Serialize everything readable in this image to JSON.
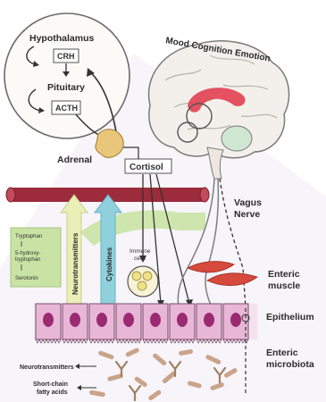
{
  "hpa": {
    "hypothalamus": "Hypothalamus",
    "crh": "CRH",
    "pituitary": "Pituitary",
    "acth": "ACTH",
    "adrenal": "Adrenal",
    "cortisol": "Cortisol"
  },
  "brain": {
    "title": "Mood Cognition Emotion",
    "vagus_line1": "Vagus",
    "vagus_line2": "Nerve"
  },
  "pathways": {
    "neurotransmitters": "Neurotransmitters",
    "cytokines": "Cytokines",
    "immune_cells_line1": "Immune",
    "immune_cells_line2": "cells"
  },
  "tryptophan_box": {
    "line1": "Tryptophan",
    "line2": "5-hydroxy-",
    "line3": "tryptophan",
    "line4": "Serotonin"
  },
  "gut": {
    "enteric_muscle_line1": "Enteric",
    "enteric_muscle_line2": "muscle",
    "epithelium": "Epithelium",
    "microbiota_line1": "Enteric",
    "microbiota_line2": "microbiota",
    "neurotransmitters_out": "Neurotransmitters",
    "scfa_line1": "Short-chain",
    "scfa_line2": "fatty acids"
  },
  "colors": {
    "vessel": "#9c2b3b",
    "cortisol_box": "#ffffff",
    "acth_box": "#ffffff",
    "neuro_arrow": "#e9efb6",
    "cytokine_arrow": "#8fd0dc",
    "green_band": "#c9e3a4",
    "cell_fill": "#e8b7d6",
    "nucleus": "#9a2b73",
    "muscle": "#d54a3c",
    "bacteria": "#c9a38a",
    "gut_region": "#ecdceb"
  }
}
